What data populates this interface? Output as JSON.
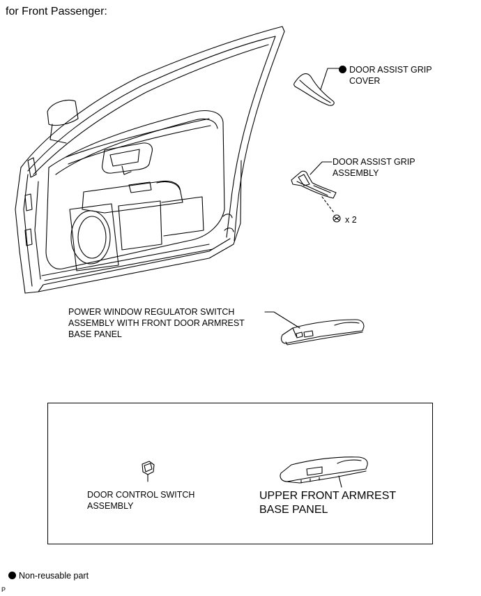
{
  "heading": "for Front Passenger:",
  "labels": {
    "grip_cover_line1": "DOOR ASSIST GRIP",
    "grip_cover_line2": "COVER",
    "grip_assembly_line1": "DOOR ASSIST GRIP",
    "grip_assembly_line2": "ASSEMBLY",
    "screw_qty": "x 2",
    "pw_switch_line1": "POWER WINDOW REGULATOR SWITCH",
    "pw_switch_line2": "ASSEMBLY WITH FRONT DOOR ARMREST",
    "pw_switch_line3": "BASE PANEL",
    "door_ctrl_line1": "DOOR CONTROL SWITCH",
    "door_ctrl_line2": "ASSEMBLY",
    "upper_armrest_line1": "UPPER FRONT ARMREST",
    "upper_armrest_line2": "BASE PANEL"
  },
  "legend": {
    "non_reusable": "Non-reusable part"
  },
  "footer_code": "P"
}
